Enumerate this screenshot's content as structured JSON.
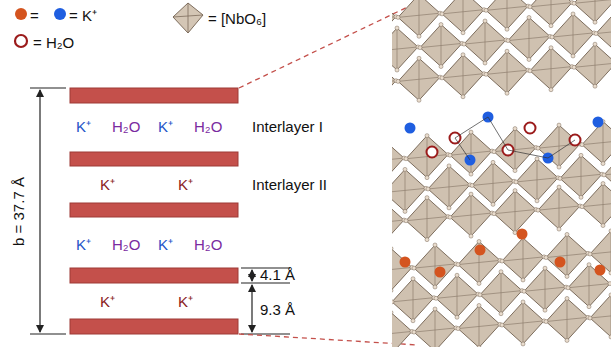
{
  "diagram": {
    "labels": [
      "K⁺",
      "H₂O",
      "K⁺",
      "H₂O",
      "Interlayer I",
      "K⁺",
      "K⁺",
      "Interlayer II",
      "K⁺",
      "H₂O",
      "K⁺",
      "H₂O",
      "4.1 Å",
      "K⁺",
      "K⁺",
      "9.3 Å",
      "b = 37.7 Å"
    ],
    "legend": [
      {
        "text": "=",
        "color": "#d4541f"
      },
      {
        "text": "= K⁺",
        "color": "#1f5ee0"
      },
      {
        "text": "= H₂O"
      },
      {
        "text": "= [NbO₆]"
      }
    ]
  }
}
